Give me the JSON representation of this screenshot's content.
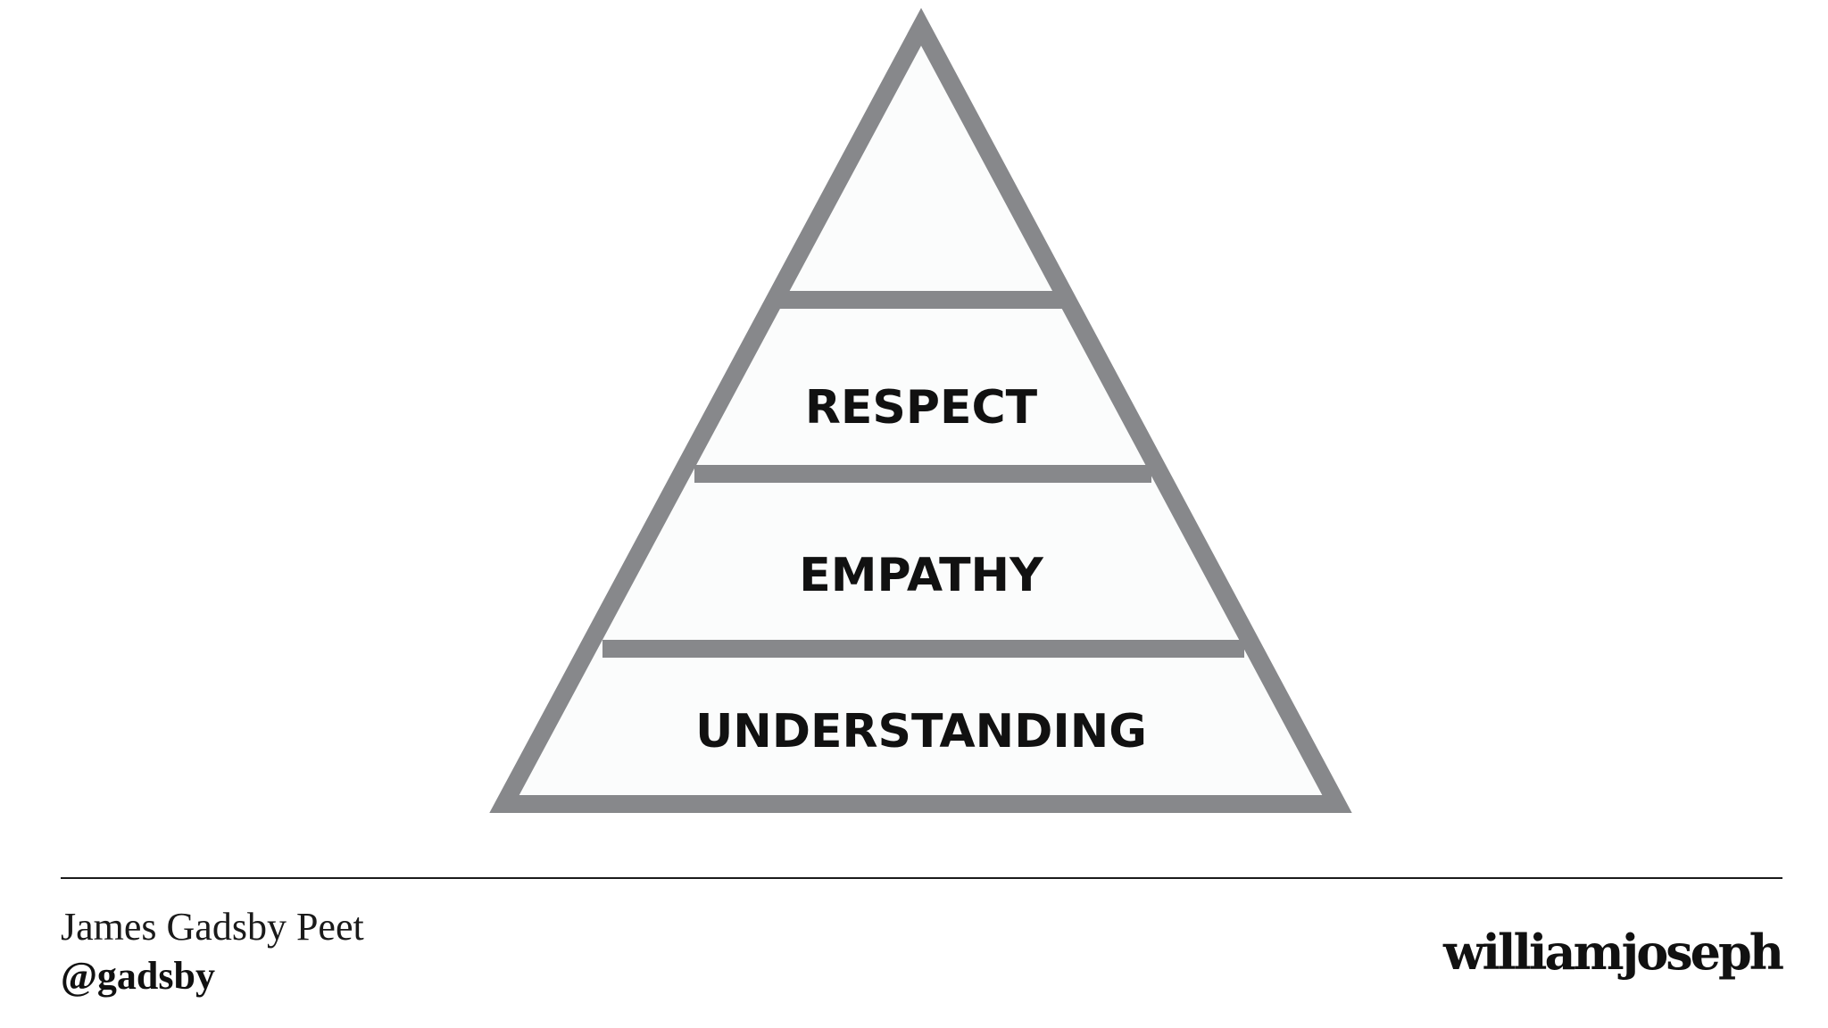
{
  "diagram": {
    "type": "pyramid",
    "tiers": [
      {
        "label": ""
      },
      {
        "label": "RESPECT"
      },
      {
        "label": "EMPATHY"
      },
      {
        "label": "UNDERSTANDING"
      }
    ],
    "stroke_color": "#87888b",
    "fill_color": "#fbfcfc"
  },
  "footer": {
    "author_name": "James Gadsby Peet",
    "author_handle": "@gadsby",
    "logo_text": "williamjoseph"
  }
}
